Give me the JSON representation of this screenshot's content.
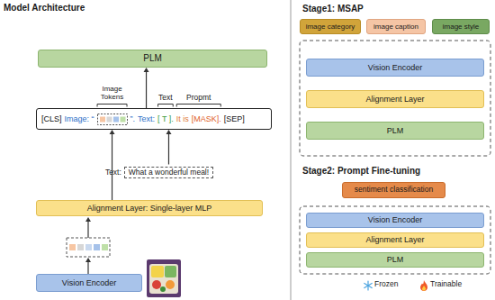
{
  "diagram": {
    "nodes": [
      {
        "text": [
          "PLM"
        ]
      },
      {
        "text": [
          "[CLS]",
          "Image: “",
          "”.",
          "Text:",
          "[ T ].",
          "It is",
          "[MASK].",
          "[SEP]"
        ]
      },
      {
        "text": [
          "Text:",
          "What a wonderful meal!"
        ]
      },
      {
        "text": [
          "Alignment Layer: Single-layer MLP"
        ]
      },
      {
        "text": [
          "Vision Encoder"
        ]
      },
      {
        "text": [
          "image category"
        ]
      },
      {
        "text": [
          "image caption"
        ]
      },
      {
        "text": [
          "image style"
        ]
      },
      {
        "text": [
          "Vision Encoder"
        ]
      },
      {
        "text": [
          "Alignment Layer"
        ]
      },
      {
        "text": [
          "PLM"
        ]
      },
      {
        "text": [
          "sentiment classification"
        ]
      },
      {
        "text": [
          "Vision Encoder"
        ]
      },
      {
        "text": [
          "Alignment Layer"
        ]
      },
      {
        "text": [
          "PLM"
        ]
      }
    ],
    "edges": [
      {
        "from": 1,
        "to": 0,
        "arrow": "to"
      },
      {
        "from": 2,
        "to": 1,
        "arrow": "to"
      },
      {
        "from": 3,
        "to": 1,
        "arrow": "to"
      }
    ],
    "labels": [
      "Model Architecture",
      "Image Tokens",
      "Text",
      "Propmt",
      "Stage1: MSAP",
      "Stage2: Prompt Fine-tuning"
    ],
    "legend": [
      {
        "text": "Frozen"
      },
      {
        "text": "Trainable"
      }
    ]
  }
}
